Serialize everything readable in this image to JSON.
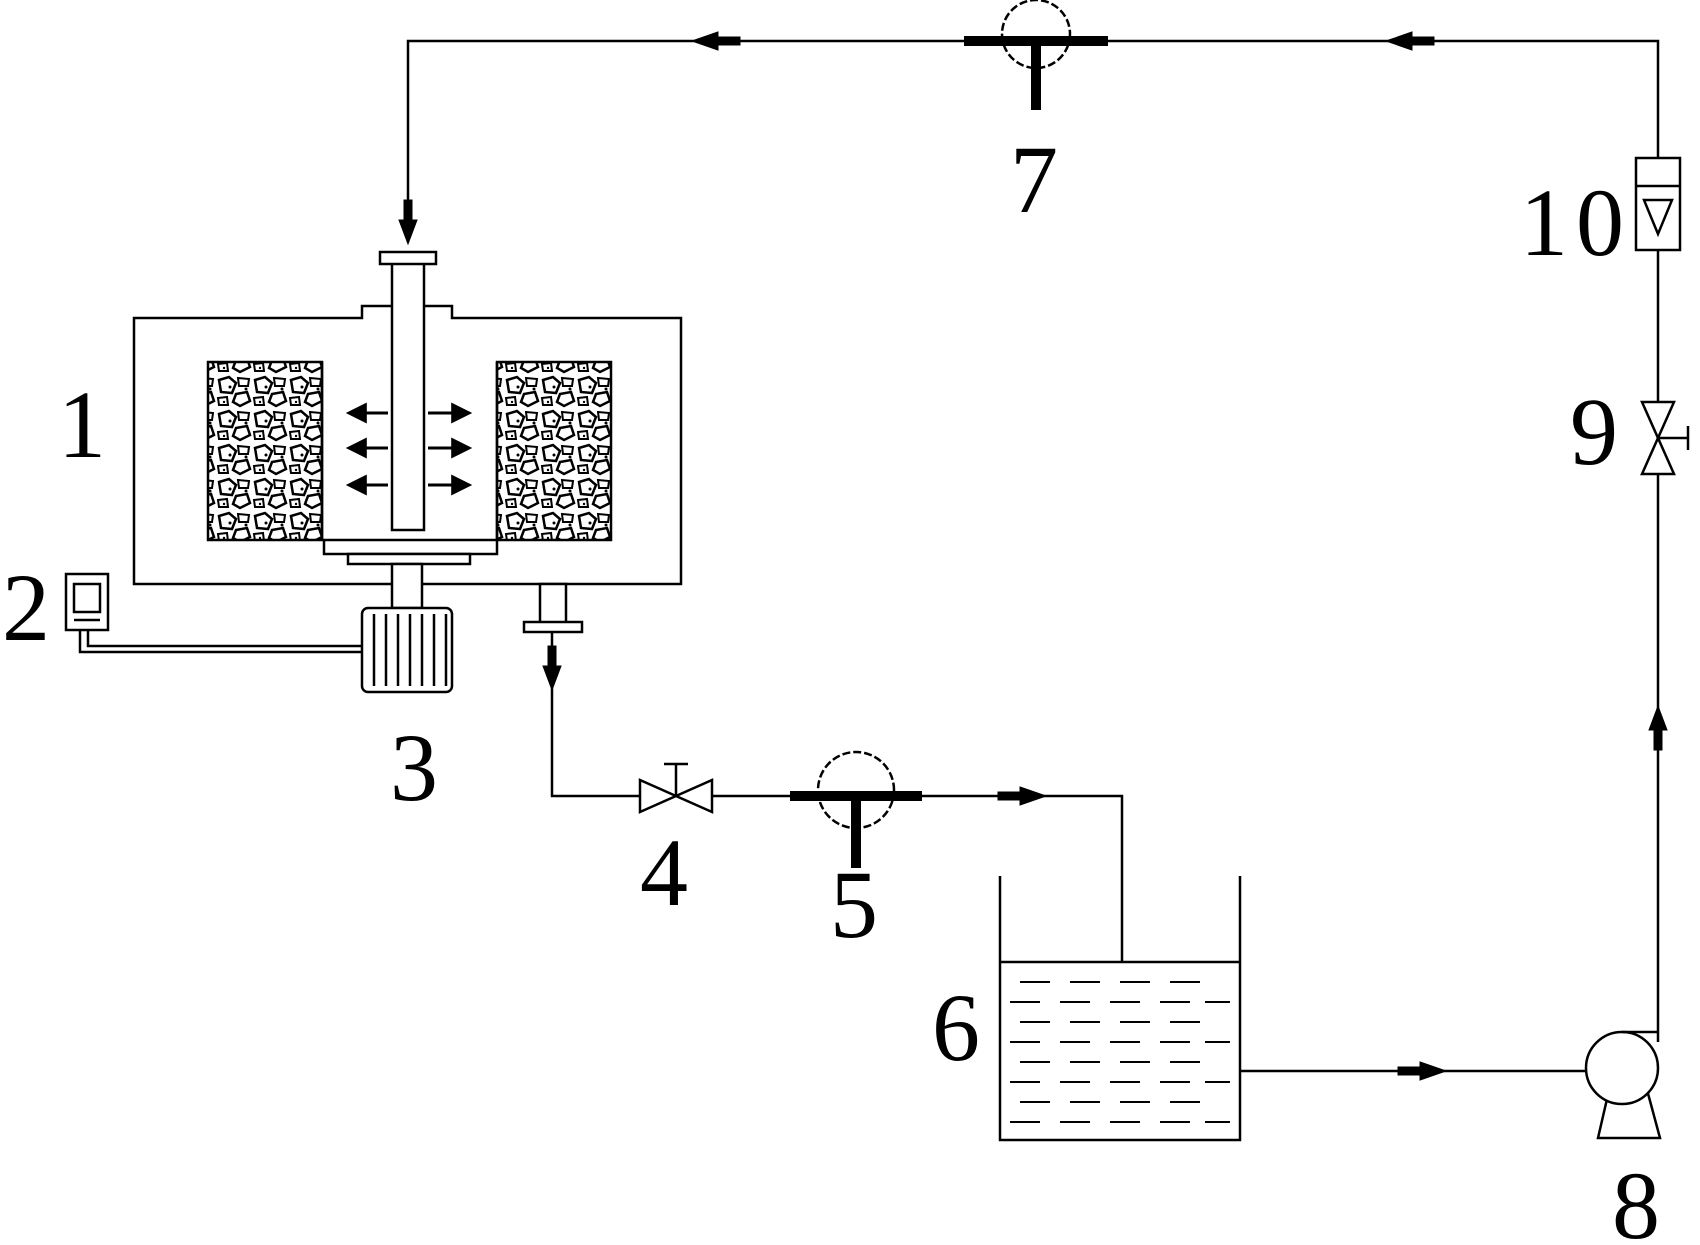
{
  "labels": {
    "l1": "1",
    "l2": "2",
    "l3": "3",
    "l4": "4",
    "l5": "5",
    "l6": "6",
    "l7": "7",
    "l8": "8",
    "l9": "9",
    "l10": "10"
  },
  "colors": {
    "ink": "#000000",
    "background": "#ffffff"
  },
  "icons": {
    "chamber": "packed-filter-chamber",
    "controller": "control-box-icon",
    "motor": "motor-icon",
    "valve": "valve-icon",
    "gauge": "pressure-gauge-icon",
    "tank": "liquid-tank-icon",
    "pump": "pump-icon",
    "flowmeter": "rotameter-icon"
  }
}
